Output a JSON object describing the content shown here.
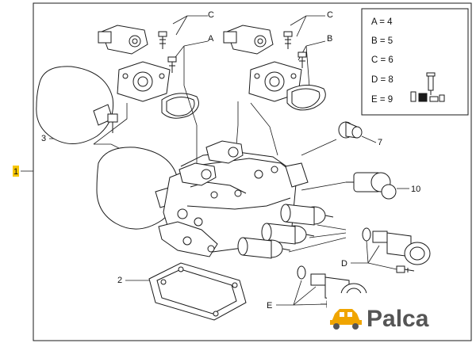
{
  "diagram": {
    "callouts": {
      "c1": "C",
      "c2": "C",
      "a": "A",
      "b": "B",
      "d": "D",
      "e": "E",
      "n1": "1",
      "n2": "2",
      "n3": "3",
      "n7": "7",
      "n10": "10"
    },
    "legend": [
      {
        "label": "A = 4"
      },
      {
        "label": "B = 5"
      },
      {
        "label": "C = 6"
      },
      {
        "label": "D = 8"
      },
      {
        "label": "E = 9"
      }
    ]
  },
  "brand": {
    "name": "Palca",
    "logo_color": "#ffffff",
    "text_color": "#555555",
    "accent_color": "#f0a500"
  }
}
